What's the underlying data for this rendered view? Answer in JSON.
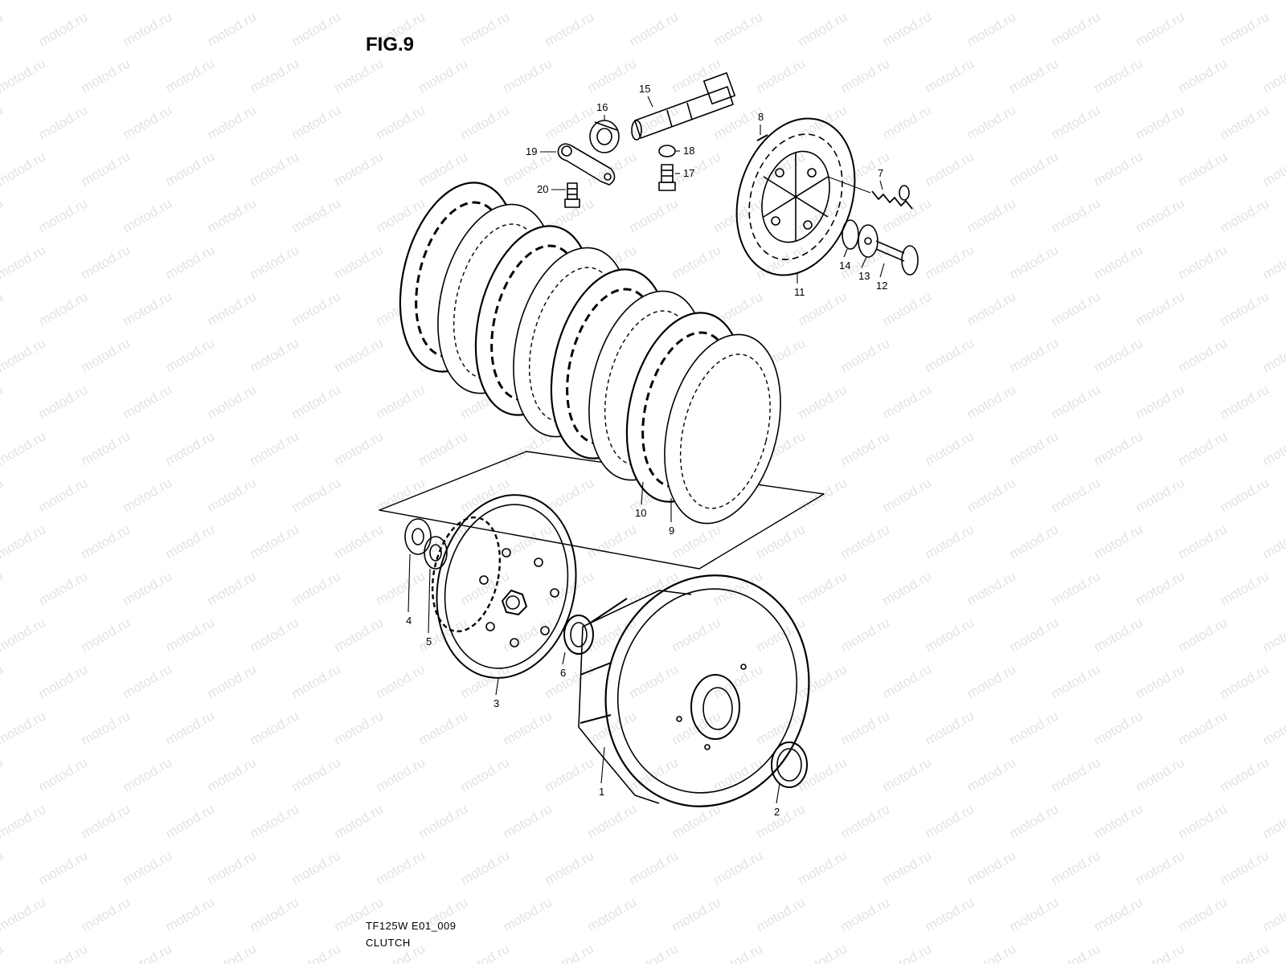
{
  "figure": {
    "title": "FIG.9",
    "code": "TF125W E01_009",
    "name": "CLUTCH"
  },
  "watermark": {
    "text": "motod.ru",
    "color": "#e3e3e3"
  },
  "parts": [
    {
      "id": "p1",
      "number": "1"
    },
    {
      "id": "p2",
      "number": "2"
    },
    {
      "id": "p3",
      "number": "3"
    },
    {
      "id": "p4",
      "number": "4"
    },
    {
      "id": "p5",
      "number": "5"
    },
    {
      "id": "p6",
      "number": "6"
    },
    {
      "id": "p7",
      "number": "7"
    },
    {
      "id": "p8",
      "number": "8"
    },
    {
      "id": "p9",
      "number": "9"
    },
    {
      "id": "p10",
      "number": "10"
    },
    {
      "id": "p11",
      "number": "11"
    },
    {
      "id": "p12",
      "number": "12"
    },
    {
      "id": "p13",
      "number": "13"
    },
    {
      "id": "p14",
      "number": "14"
    },
    {
      "id": "p15",
      "number": "15"
    },
    {
      "id": "p16",
      "number": "16"
    },
    {
      "id": "p17",
      "number": "17"
    },
    {
      "id": "p18",
      "number": "18"
    },
    {
      "id": "p19",
      "number": "19"
    },
    {
      "id": "p20",
      "number": "20"
    }
  ]
}
